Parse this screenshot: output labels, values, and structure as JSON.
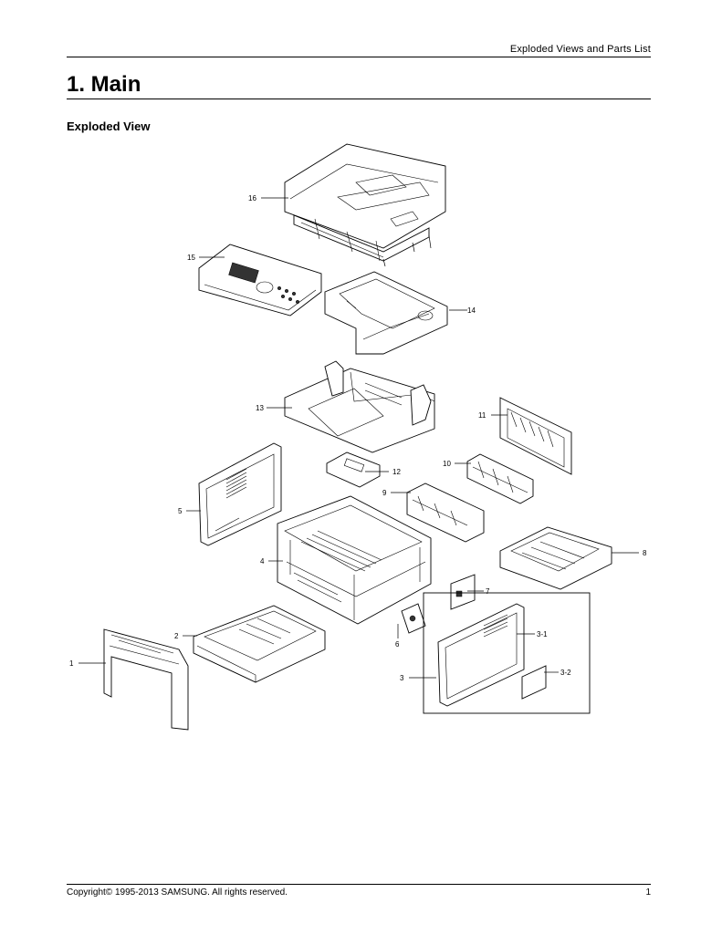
{
  "header": {
    "section": "Exploded Views and Parts List"
  },
  "page_title": "1.  Main",
  "subtitle": "Exploded View",
  "callouts": {
    "c16": "16",
    "c15": "15",
    "c14": "14",
    "c13": "13",
    "c11": "11",
    "c12": "12",
    "c10": "10",
    "c9": "9",
    "c5": "5",
    "c4": "4",
    "c8": "8",
    "c7": "7",
    "c2": "2",
    "c6": "6",
    "c3_1": "3-1",
    "c1": "1",
    "c3": "3",
    "c3_2": "3-2"
  },
  "footer": {
    "copyright": "Copyright© 1995-2013 SAMSUNG. All rights reserved.",
    "page_number": "1"
  }
}
